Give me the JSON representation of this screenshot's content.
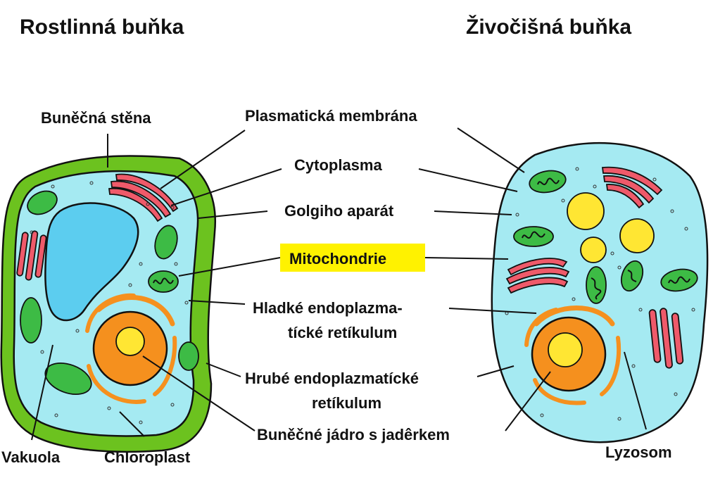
{
  "titles": {
    "plant": "Rostlinná buňka",
    "animal": "Živočišná buňka"
  },
  "labels": {
    "cell_wall": "Buněčná stěna",
    "plasma_membrane": "Plasmatická membrána",
    "cytoplasm": "Cytoplasma",
    "golgi": "Golgiho aparát",
    "mitochondria": "Mitochondrie",
    "smooth_er_line1": "Hladké endoplazma-",
    "smooth_er_line2": "tícké retíkulum",
    "rough_er_line1": "Hrubé endoplazmatícké",
    "rough_er_line2": "retíkulum",
    "nucleus": "Buněčné jádro s jadêrkem",
    "vacuole": "Vakuola",
    "chloroplast": "Chloroplast",
    "lysosome": "Lyzosom"
  },
  "colors": {
    "cell_wall": "#6cc21f",
    "cytoplasm": "#a5eaf2",
    "vacuole": "#5ccdef",
    "chloroplast": "#3dbb45",
    "golgi": "#ef5a6a",
    "nucleus_outer": "#f5901e",
    "nucleolus": "#ffe633",
    "lysosome": "#ffe633",
    "highlight": "#fff200"
  }
}
